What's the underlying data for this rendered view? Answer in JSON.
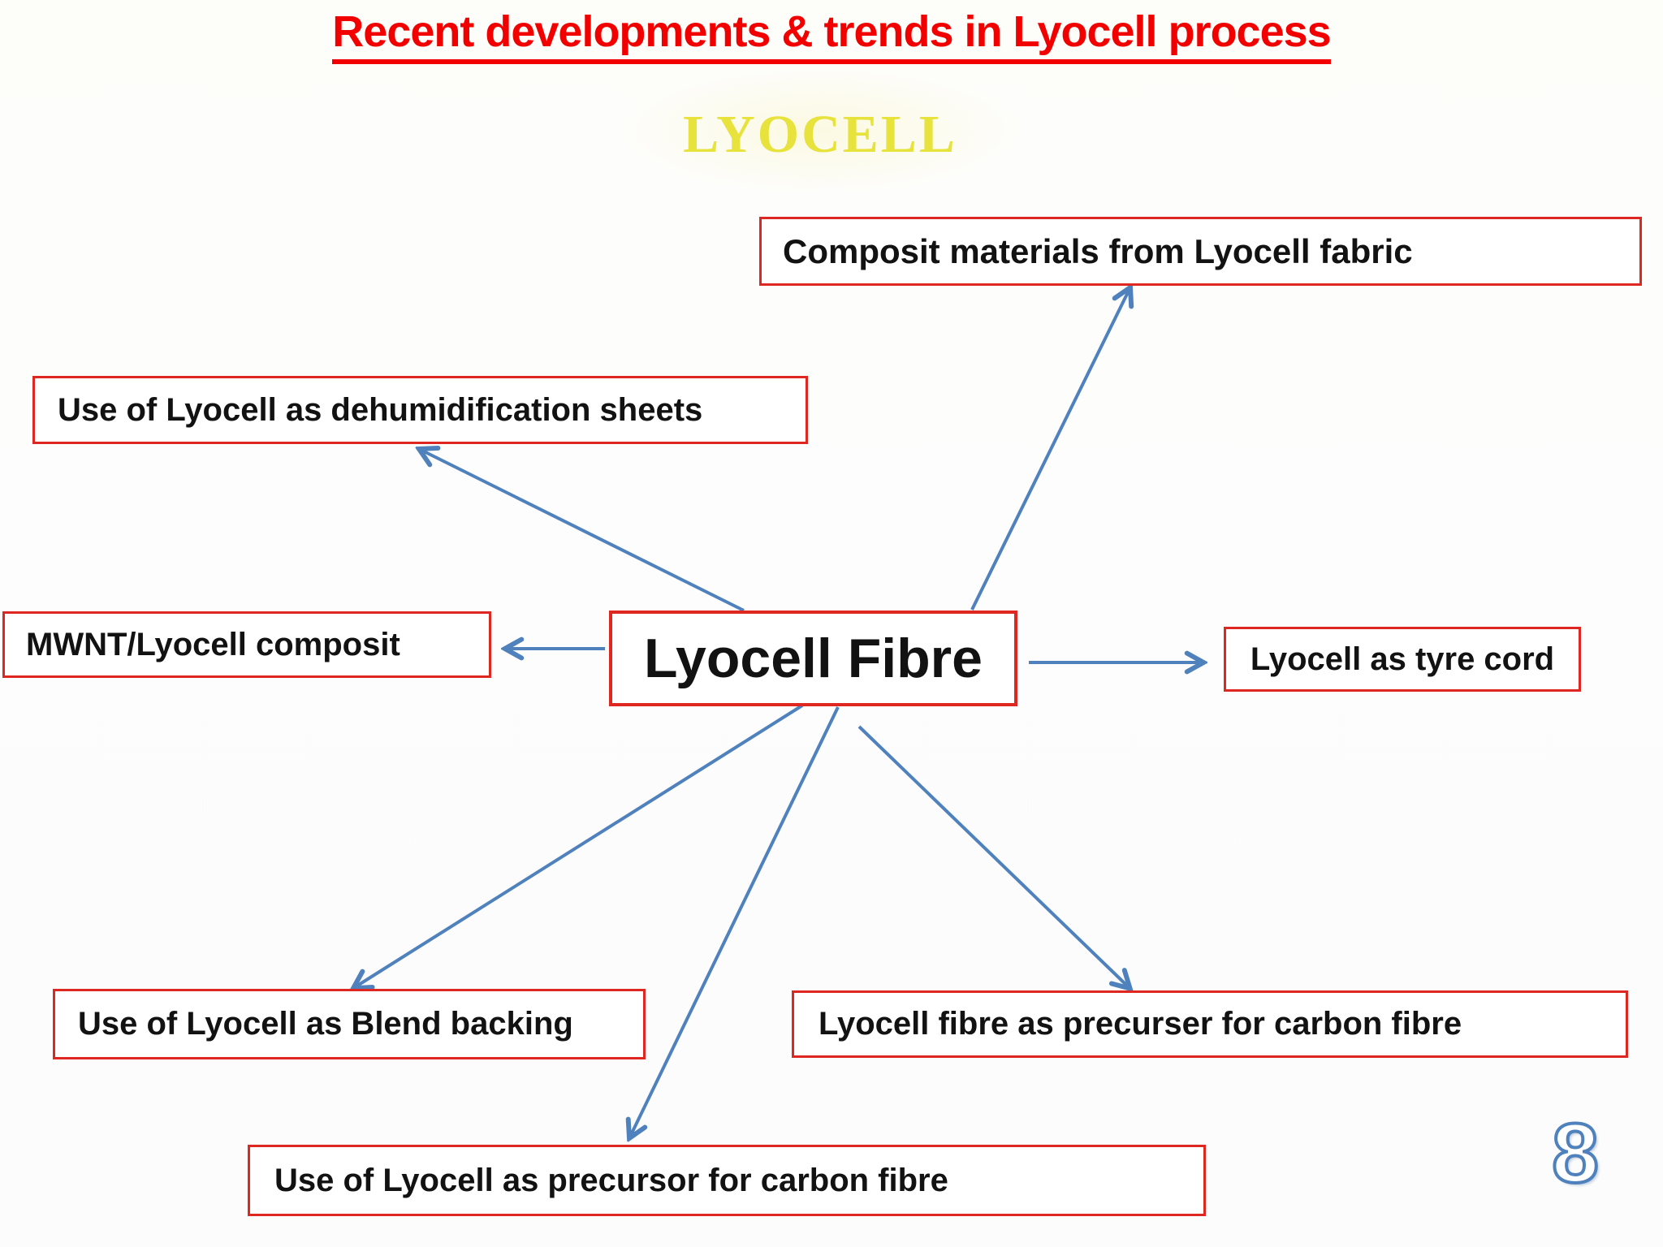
{
  "slide": {
    "title": "Recent developments & trends in Lyocell process",
    "watermark": "LYOCELL",
    "page_number": "8"
  },
  "diagram": {
    "center_node": {
      "label": "Lyocell Fibre"
    },
    "nodes": [
      {
        "id": "composit-materials",
        "label": "Composit materials from Lyocell fabric",
        "position": "top-right"
      },
      {
        "id": "dehumidification-sheets",
        "label": "Use of Lyocell as dehumidification sheets",
        "position": "upper-left"
      },
      {
        "id": "mwnt-composit",
        "label": "MWNT/Lyocell composit",
        "position": "left"
      },
      {
        "id": "tyre-cord",
        "label": "Lyocell as tyre cord",
        "position": "right"
      },
      {
        "id": "blend-backing",
        "label": "Use of Lyocell as Blend backing",
        "position": "bottom-left"
      },
      {
        "id": "carbon-fibre-precurser",
        "label": "Lyocell fibre as precurser for carbon fibre",
        "position": "bottom-right"
      },
      {
        "id": "carbon-fibre-precursor",
        "label": "Use of Lyocell as precursor for carbon fibre",
        "position": "bottom-center"
      }
    ],
    "connections": [
      {
        "from": "Lyocell Fibre",
        "to": "Composit materials from Lyocell fabric"
      },
      {
        "from": "Lyocell Fibre",
        "to": "Use of Lyocell as dehumidification sheets"
      },
      {
        "from": "Lyocell Fibre",
        "to": "MWNT/Lyocell composit"
      },
      {
        "from": "Lyocell Fibre",
        "to": "Lyocell as tyre cord"
      },
      {
        "from": "Lyocell Fibre",
        "to": "Use of Lyocell as Blend backing"
      },
      {
        "from": "Lyocell Fibre",
        "to": "Lyocell fibre as precurser for carbon fibre"
      },
      {
        "from": "Lyocell Fibre",
        "to": "Use of Lyocell as precursor for carbon fibre"
      }
    ]
  },
  "colors": {
    "title_red": "#F20000",
    "box_border_red": "#DF2722",
    "arrow_blue": "#4F81BD",
    "lyocell_yellow": "#E8E23C",
    "text_black": "#121212",
    "page_number_outline_blue": "#4F81BD"
  }
}
